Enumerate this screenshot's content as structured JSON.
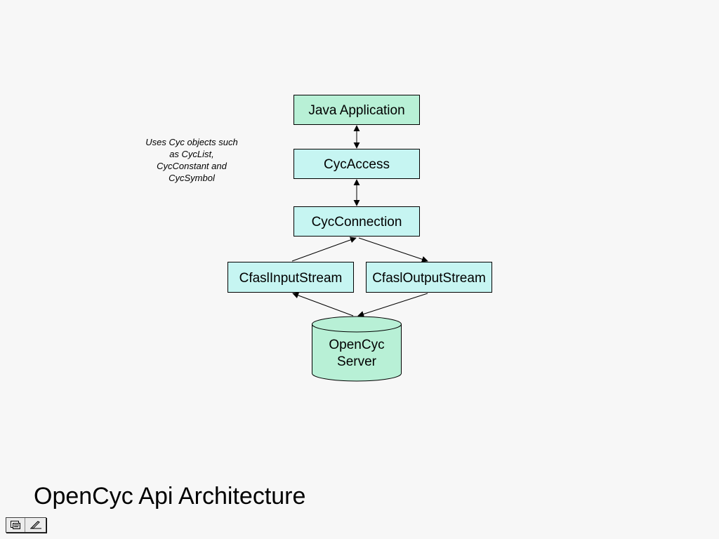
{
  "colors": {
    "background": "#f7f7f7",
    "app_box_fill": "#b8f0d6",
    "lib_box_fill": "#c6f5f2",
    "server_fill": "#b8f0d6",
    "stroke": "#000000"
  },
  "diagram": {
    "nodes": {
      "java_app": "Java Application",
      "cyc_access": "CycAccess",
      "cyc_connection": "CycConnection",
      "cfasl_input": "CfaslInputStream",
      "cfasl_output": "CfaslOutputStream",
      "server_line1": "OpenCyc",
      "server_line2": "Server"
    },
    "edges": [
      {
        "from": "java_app",
        "to": "cyc_access",
        "style": "bidirectional"
      },
      {
        "from": "cyc_access",
        "to": "cyc_connection",
        "style": "bidirectional"
      },
      {
        "from": "cfasl_input",
        "to": "cyc_connection",
        "style": "directed"
      },
      {
        "from": "cyc_connection",
        "to": "cfasl_output",
        "style": "directed"
      },
      {
        "from": "opencyc_server",
        "to": "cfasl_input",
        "style": "directed"
      },
      {
        "from": "cfasl_output",
        "to": "opencyc_server",
        "style": "directed"
      }
    ],
    "note": {
      "line1": "Uses Cyc objects such",
      "line2": "as CycList,",
      "line3": "CycConstant and",
      "line4": "CycSymbol"
    }
  },
  "slide": {
    "title": "OpenCyc Api Architecture"
  },
  "nav": {
    "icons": [
      "slide-menu-icon",
      "pen-icon"
    ]
  }
}
